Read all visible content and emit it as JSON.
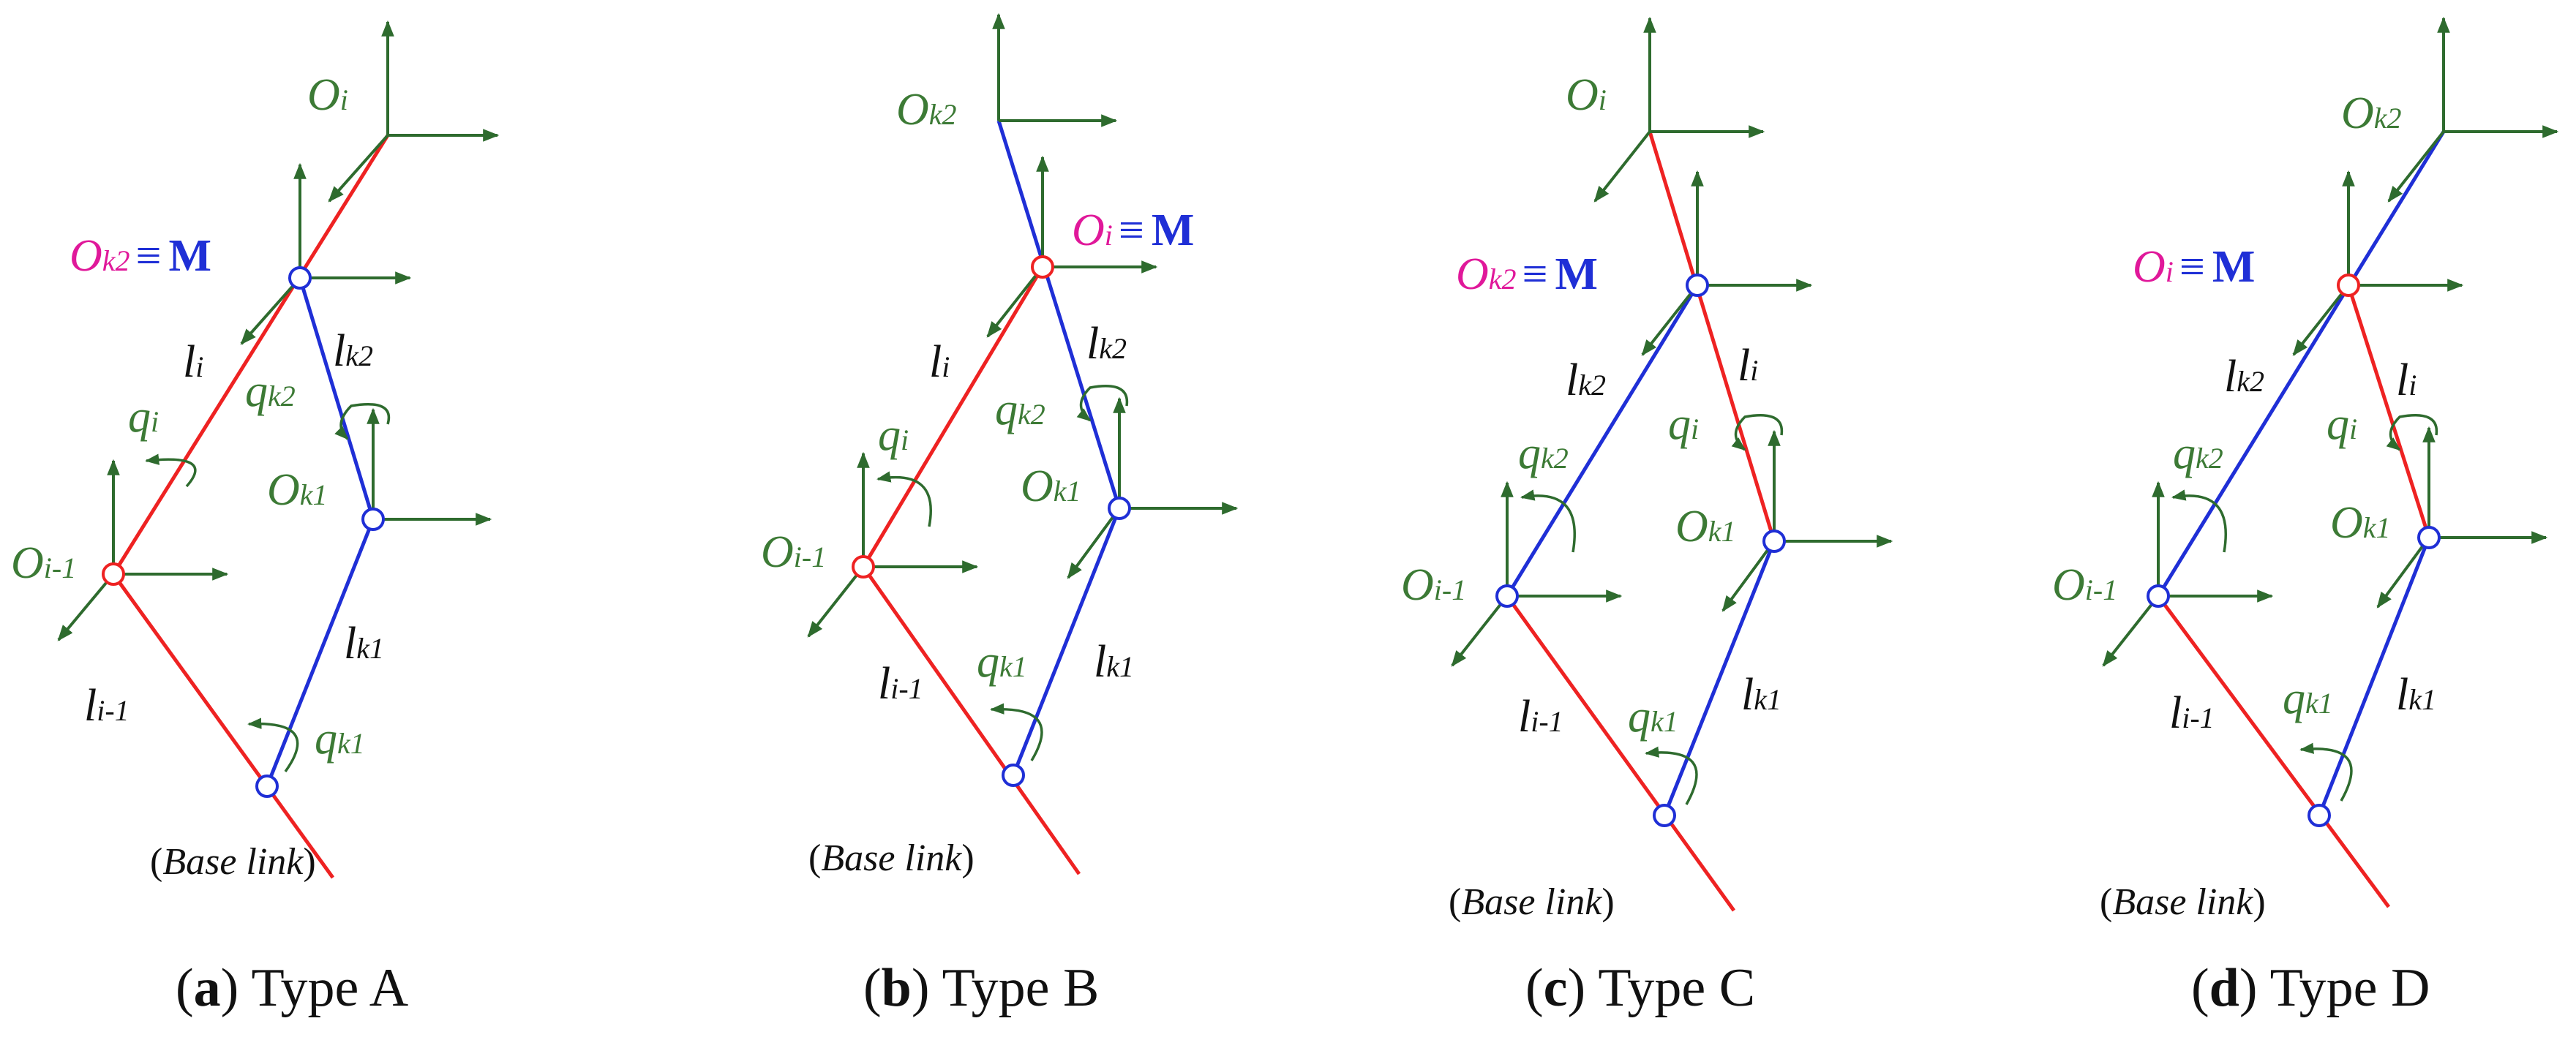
{
  "colors": {
    "red_link": "#ee2222",
    "blue_link": "#1f2fd6",
    "frame": "#2e6b2e",
    "joint_label": "#3c7a35",
    "coincident": "#e0189a",
    "M": "#1f2fd6",
    "link_label": "#111111"
  },
  "panels": [
    {
      "caption_letter": "a",
      "caption_text": "Type A",
      "base_label_italic": "Base link",
      "labels": {
        "O_i": {
          "main": "O",
          "sub": "i"
        },
        "coincident": {
          "main": "O",
          "sub": "k2",
          "sym": "≡",
          "M": "M"
        },
        "O_im1": {
          "main": "O",
          "sub": "i-1"
        },
        "O_k1": {
          "main": "O",
          "sub": "k1"
        },
        "l_i": {
          "main": "l",
          "sub": "i"
        },
        "l_k2": {
          "main": "l",
          "sub": "k2"
        },
        "l_im1": {
          "main": "l",
          "sub": "i-1"
        },
        "l_k1": {
          "main": "l",
          "sub": "k1"
        },
        "q_i": {
          "main": "q",
          "sub": "i"
        },
        "q_k2": {
          "main": "q",
          "sub": "k2"
        },
        "q_k1": {
          "main": "q",
          "sub": "k1"
        }
      }
    },
    {
      "caption_letter": "b",
      "caption_text": "Type B",
      "base_label_italic": "Base link",
      "labels": {
        "O_top": {
          "main": "O",
          "sub": "k2"
        },
        "coincident": {
          "main": "O",
          "sub": "i",
          "sym": "≡",
          "M": "M"
        },
        "O_im1": {
          "main": "O",
          "sub": "i-1"
        },
        "O_k1": {
          "main": "O",
          "sub": "k1"
        },
        "l_i": {
          "main": "l",
          "sub": "i"
        },
        "l_k2": {
          "main": "l",
          "sub": "k2"
        },
        "l_im1": {
          "main": "l",
          "sub": "i-1"
        },
        "l_k1": {
          "main": "l",
          "sub": "k1"
        },
        "q_i": {
          "main": "q",
          "sub": "i"
        },
        "q_k2": {
          "main": "q",
          "sub": "k2"
        },
        "q_k1": {
          "main": "q",
          "sub": "k1"
        }
      }
    },
    {
      "caption_letter": "c",
      "caption_text": "Type C",
      "base_label_italic": "Base link",
      "labels": {
        "O_top": {
          "main": "O",
          "sub": "i"
        },
        "coincident": {
          "main": "O",
          "sub": "k2",
          "sym": "≡",
          "M": "M"
        },
        "O_im1": {
          "main": "O",
          "sub": "i-1"
        },
        "O_k1": {
          "main": "O",
          "sub": "k1"
        },
        "l_k2": {
          "main": "l",
          "sub": "k2"
        },
        "l_i": {
          "main": "l",
          "sub": "i"
        },
        "l_im1": {
          "main": "l",
          "sub": "i-1"
        },
        "l_k1": {
          "main": "l",
          "sub": "k1"
        },
        "q_k2": {
          "main": "q",
          "sub": "k2"
        },
        "q_i": {
          "main": "q",
          "sub": "i"
        },
        "q_k1": {
          "main": "q",
          "sub": "k1"
        }
      }
    },
    {
      "caption_letter": "d",
      "caption_text": "Type D",
      "base_label_italic": "Base link",
      "labels": {
        "O_top": {
          "main": "O",
          "sub": "k2"
        },
        "coincident": {
          "main": "O",
          "sub": "i",
          "sym": "≡",
          "M": "M"
        },
        "O_im1": {
          "main": "O",
          "sub": "i-1"
        },
        "O_k1": {
          "main": "O",
          "sub": "k1"
        },
        "l_k2": {
          "main": "l",
          "sub": "k2"
        },
        "l_i": {
          "main": "l",
          "sub": "i"
        },
        "l_im1": {
          "main": "l",
          "sub": "i-1"
        },
        "l_k1": {
          "main": "l",
          "sub": "k1"
        },
        "q_k2": {
          "main": "q",
          "sub": "k2"
        },
        "q_i": {
          "main": "q",
          "sub": "i"
        },
        "q_k1": {
          "main": "q",
          "sub": "k1"
        }
      }
    }
  ]
}
